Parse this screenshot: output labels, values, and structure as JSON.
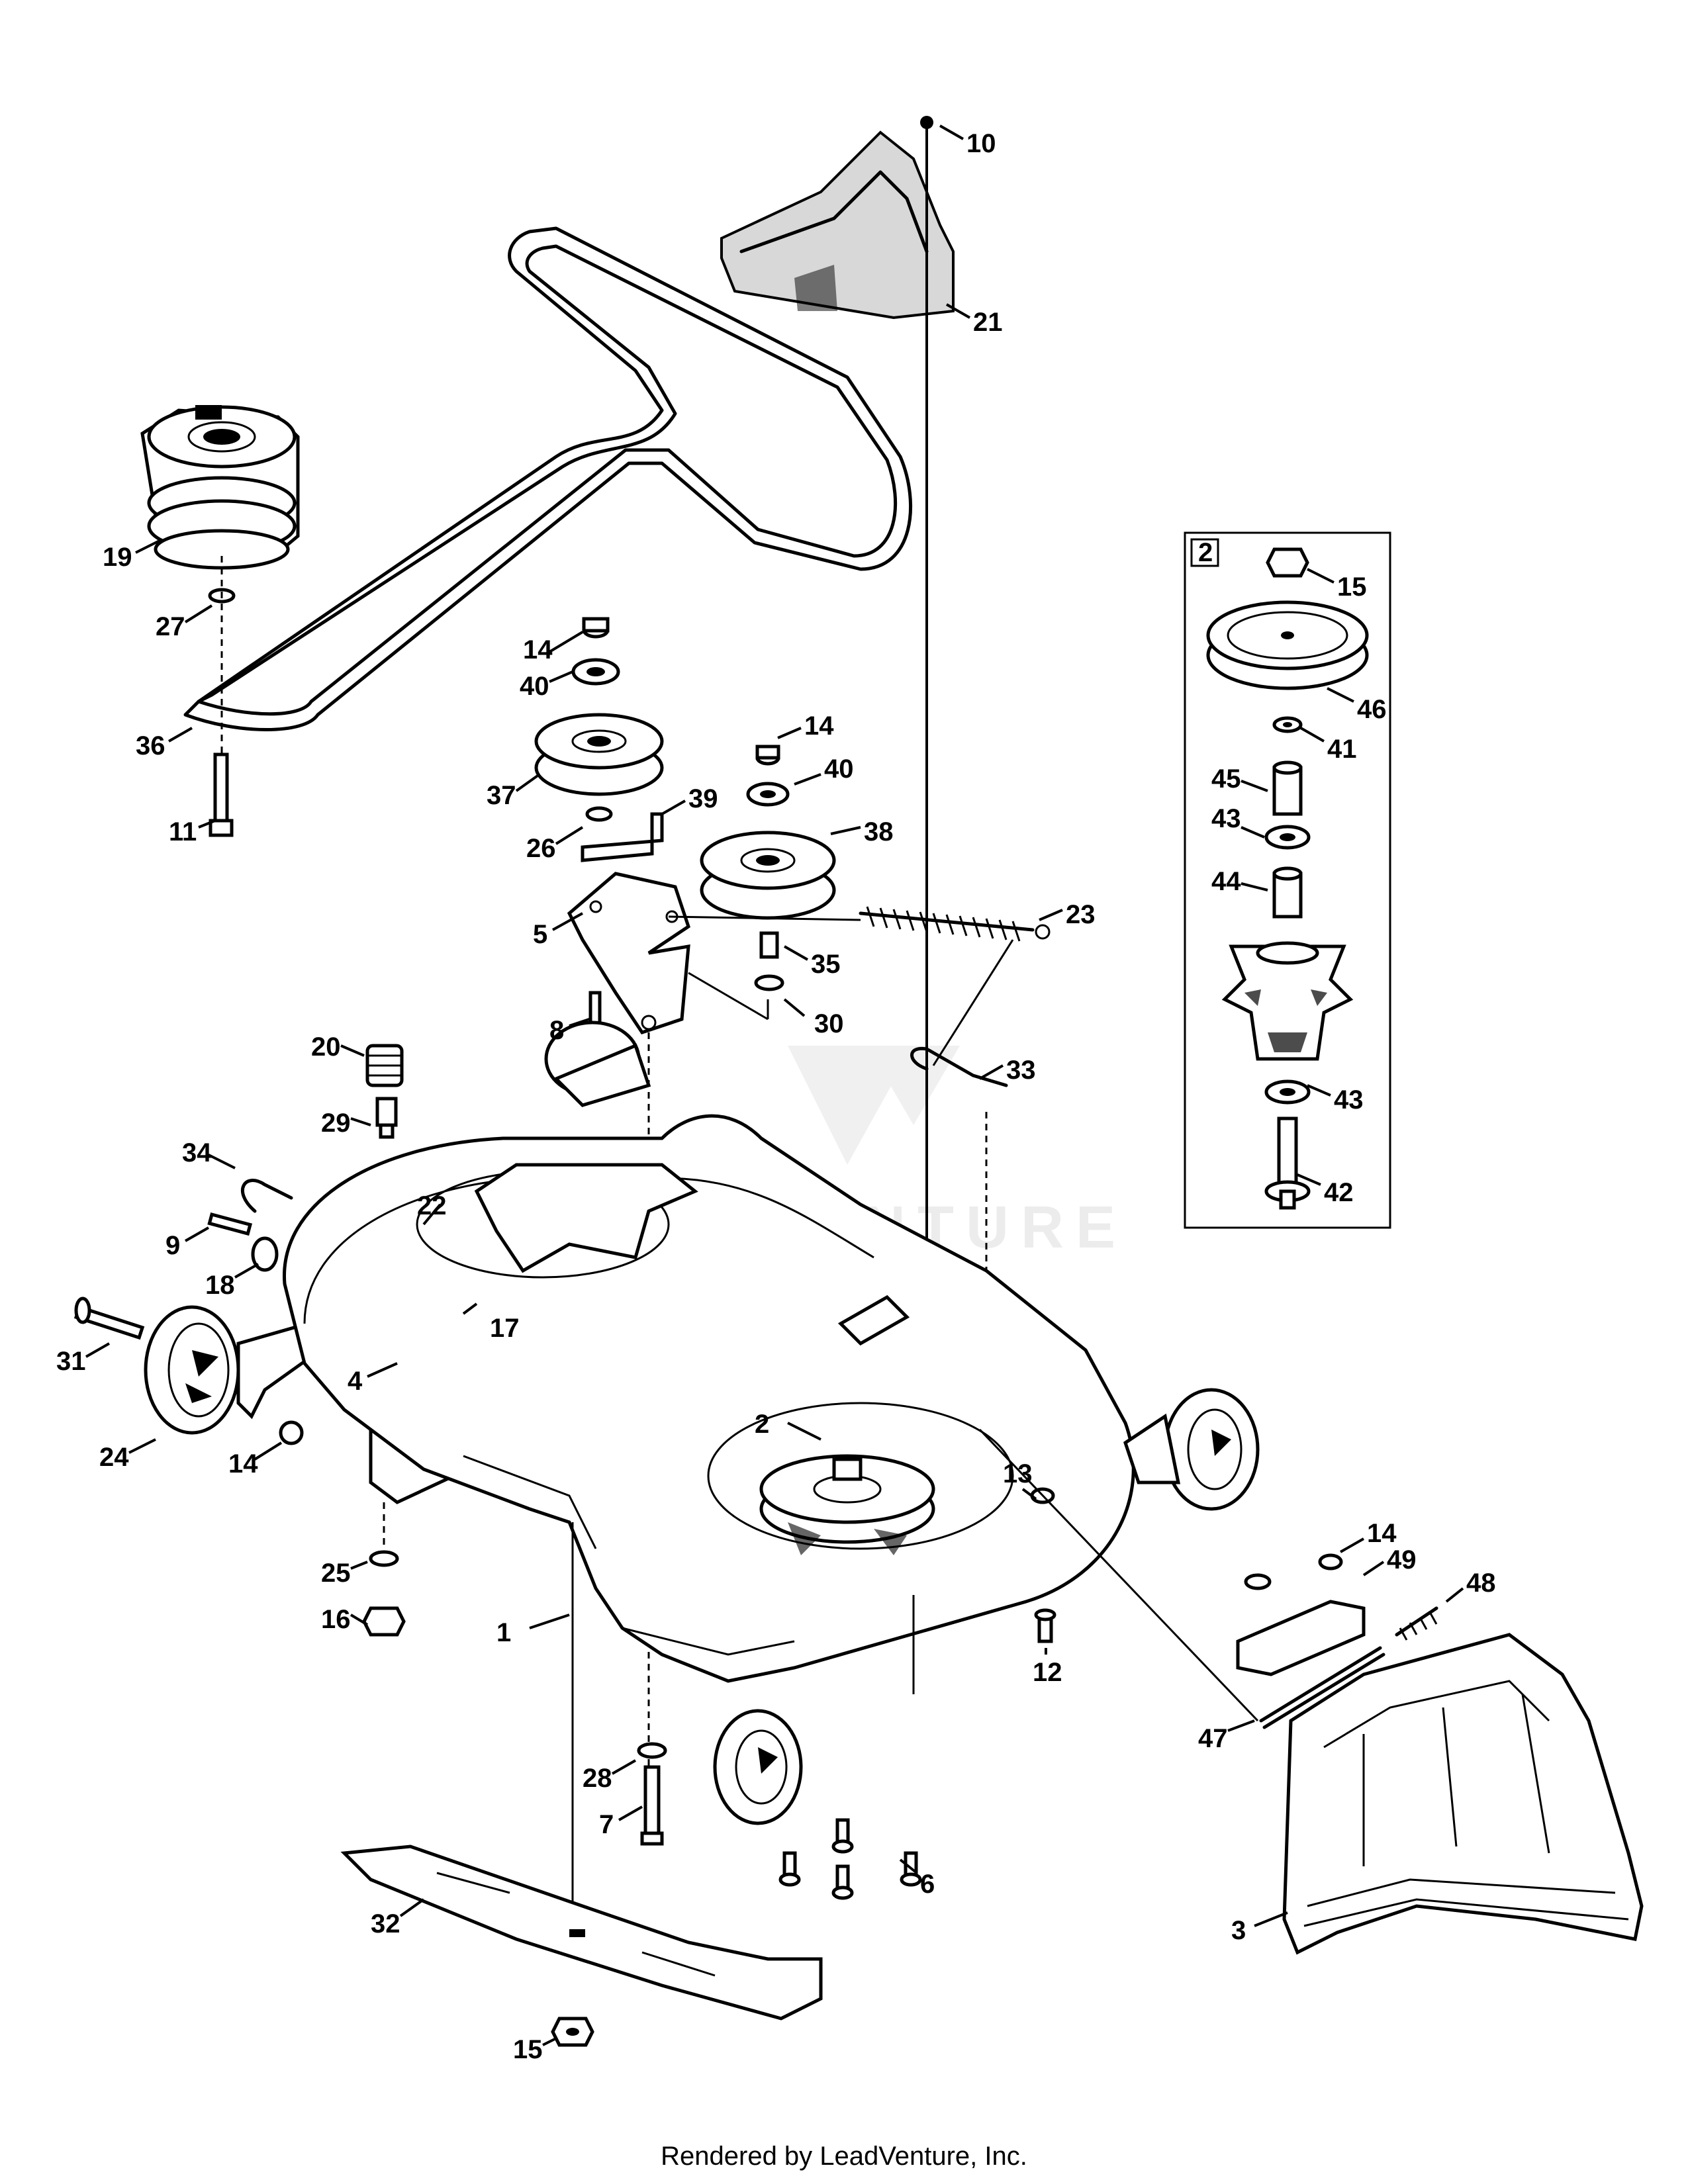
{
  "watermark": "LEADVENTURE",
  "footer": "Rendered by LeadVenture, Inc.",
  "inset": {
    "label": "2"
  },
  "callouts": [
    "1",
    "2",
    "3",
    "4",
    "5",
    "6",
    "7",
    "8",
    "9",
    "10",
    "11",
    "12",
    "13",
    "14",
    "15",
    "16",
    "17",
    "18",
    "19",
    "20",
    "21",
    "22",
    "23",
    "24",
    "25",
    "26",
    "27",
    "28",
    "29",
    "30",
    "31",
    "32",
    "33",
    "34",
    "35",
    "36",
    "37",
    "38",
    "39",
    "40",
    "41",
    "42",
    "43",
    "44",
    "45",
    "46",
    "47",
    "48",
    "49"
  ]
}
